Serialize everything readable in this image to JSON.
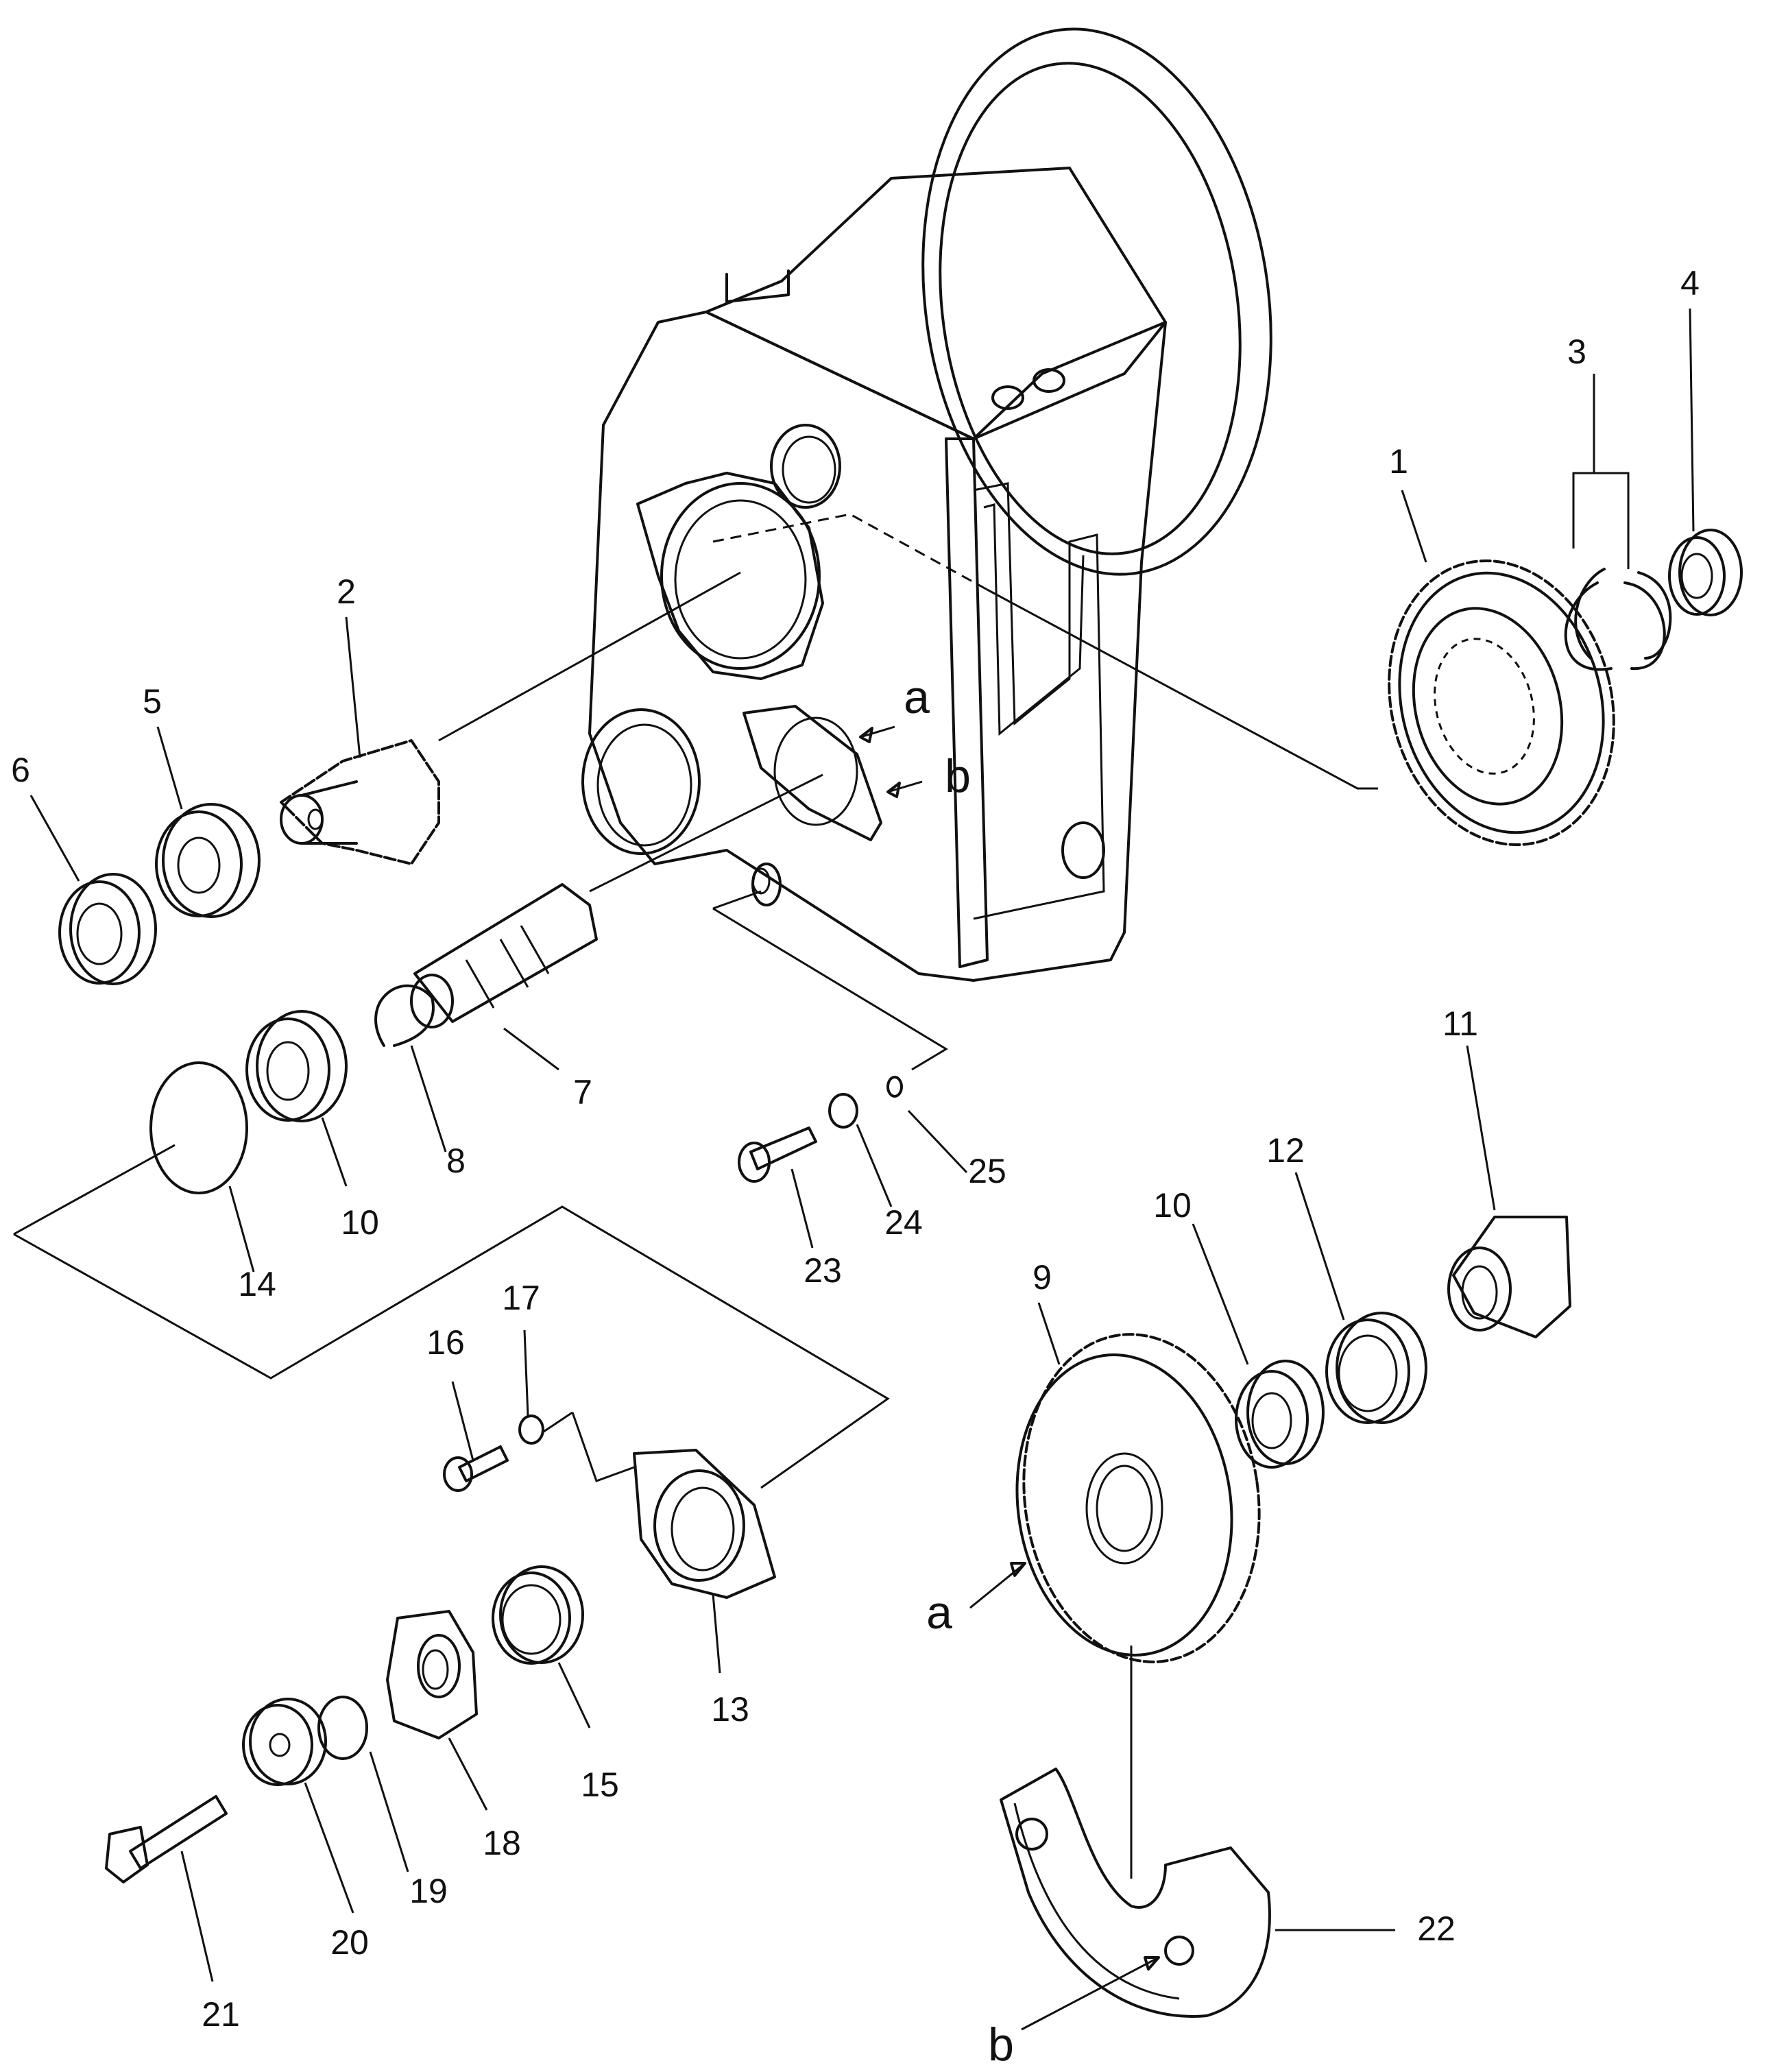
{
  "part_labels": [
    "1",
    "2",
    "3",
    "4",
    "5",
    "6",
    "7",
    "8",
    "9",
    "10",
    "10",
    "11",
    "12",
    "13",
    "14",
    "15",
    "16",
    "17",
    "18",
    "19",
    "20",
    "21",
    "22",
    "23",
    "24",
    "25"
  ],
  "reference_letters": {
    "a_top": "a",
    "b_top": "b",
    "a_bottom": "a",
    "b_bottom": "b"
  }
}
